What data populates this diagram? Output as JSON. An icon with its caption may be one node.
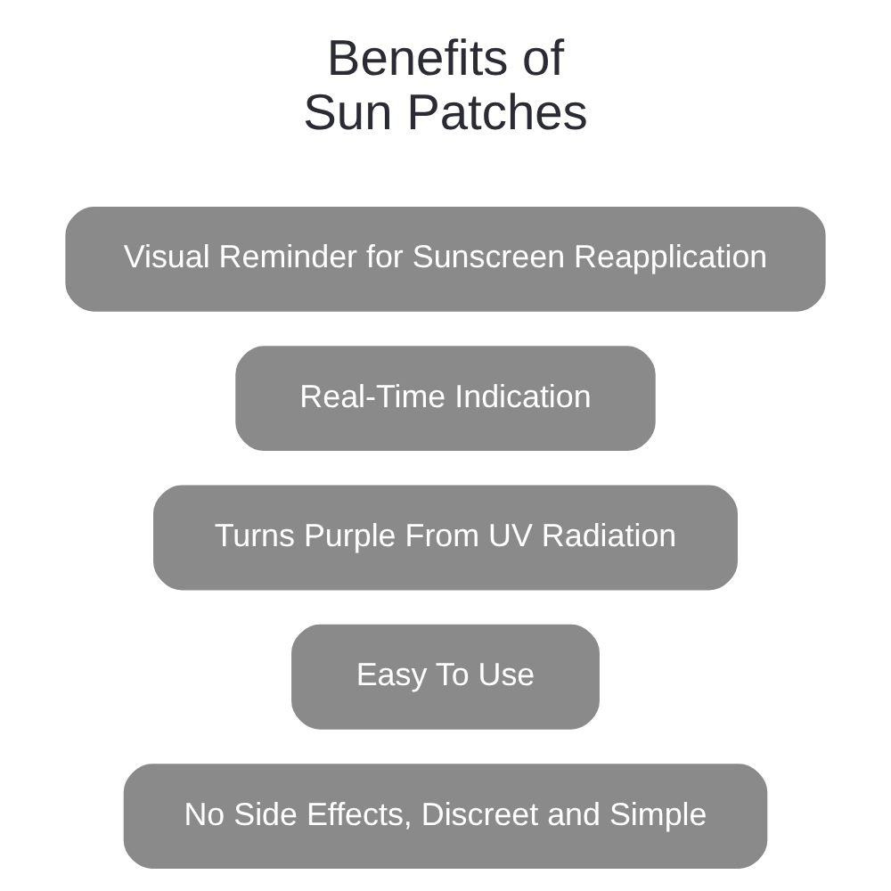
{
  "diagram": {
    "title": "Benefits of Sun Patches",
    "nodes": [
      {
        "text": [
          "Visual Reminder for Sunscreen Reapplication"
        ]
      },
      {
        "text": [
          "Real-Time Indication"
        ]
      },
      {
        "text": [
          "Turns Purple From UV Radiation"
        ]
      },
      {
        "text": [
          "Easy To Use"
        ]
      },
      {
        "text": [
          "No Side Effects, Discreet and Simple"
        ]
      }
    ]
  }
}
